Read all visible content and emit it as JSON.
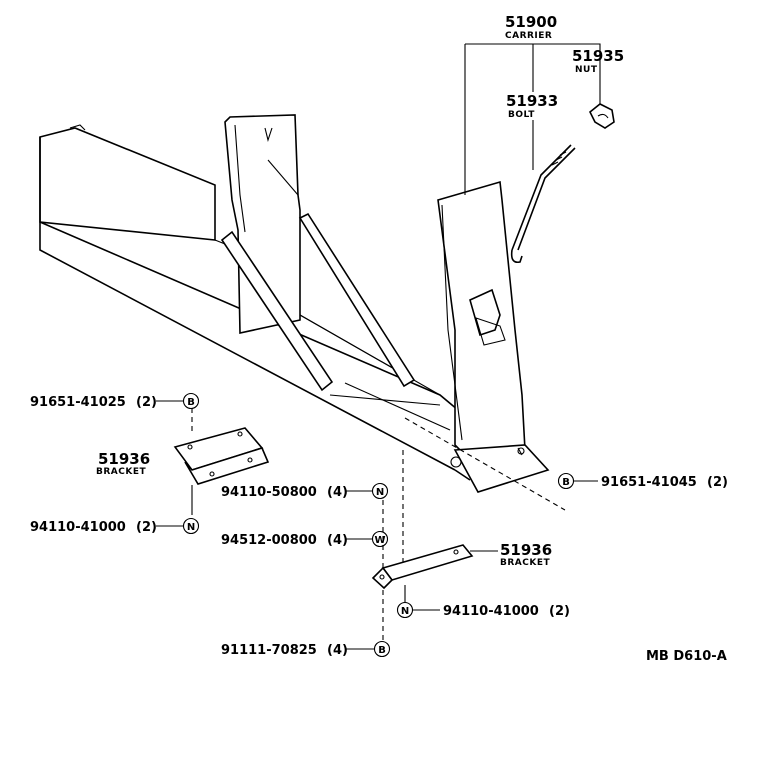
{
  "diagram_id": "MB D610-A",
  "parts": {
    "carrier": {
      "number": "51900",
      "name": "CARRIER"
    },
    "nut": {
      "number": "51935",
      "name": "NUT"
    },
    "bolt": {
      "number": "51933",
      "name": "BOLT"
    },
    "bracket_left": {
      "number": "51936",
      "name": "BRACKET"
    },
    "bracket_right": {
      "number": "51936",
      "name": "BRACKET"
    }
  },
  "callouts": [
    {
      "id": "c1",
      "part": "91651-41025",
      "qty": "(2)",
      "symbol": "B"
    },
    {
      "id": "c2",
      "part": "94110-41000",
      "qty": "(2)",
      "symbol": "N"
    },
    {
      "id": "c3",
      "part": "94110-50800",
      "qty": "(4)",
      "symbol": "N"
    },
    {
      "id": "c4",
      "part": "94512-00800",
      "qty": "(4)",
      "symbol": "W"
    },
    {
      "id": "c5",
      "part": "91111-70825",
      "qty": "(4)",
      "symbol": "B"
    },
    {
      "id": "c6",
      "part": "91651-41045",
      "qty": "(2)",
      "symbol": "B"
    },
    {
      "id": "c7",
      "part": "94110-41000",
      "qty": "(2)",
      "symbol": "N"
    }
  ]
}
